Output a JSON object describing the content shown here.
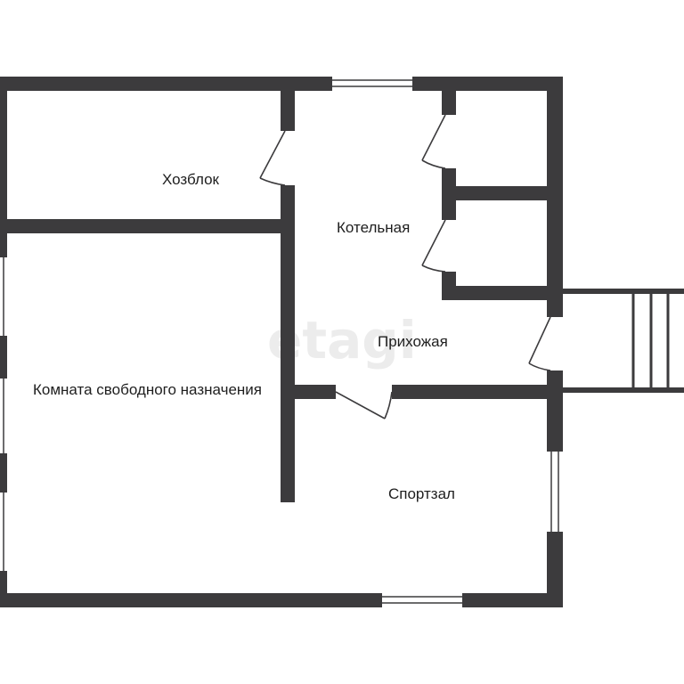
{
  "watermark": "etagi",
  "rooms": {
    "hozblok": "Хозблок",
    "kotelnaya": "Котельная",
    "prihozhaya": "Прихожая",
    "free_room": "Комната свободного назначения",
    "sportzal": "Спортзал"
  },
  "colors": {
    "wall": "#3c3b3d",
    "window": "#ffffff",
    "door": "#3c3b3d",
    "background": "#ffffff"
  }
}
